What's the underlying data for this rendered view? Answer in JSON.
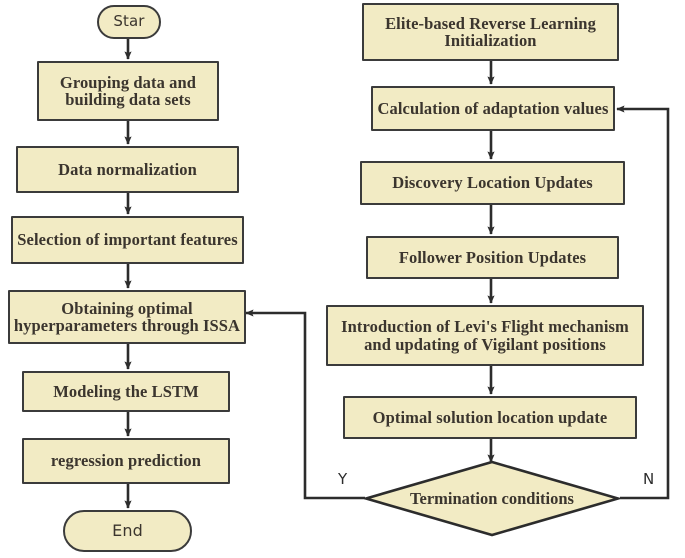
{
  "diagram": {
    "title": "ISSA-LSTM regression prediction flowchart",
    "type": "flowchart",
    "colors": {
      "node_fill": "#F2EBC4",
      "node_border": "#3B3B3B",
      "edge": "#2C2C2C",
      "text": "#3B352E",
      "background": "#FFFFFF"
    }
  },
  "left_column": {
    "start": {
      "label": "Star",
      "shape": "terminator"
    },
    "steps": [
      {
        "label": "Grouping data and building data sets",
        "shape": "process"
      },
      {
        "label": "Data normalization",
        "shape": "process"
      },
      {
        "label": "Selection of important features",
        "shape": "process"
      },
      {
        "label": "Obtaining optimal hyperparameters through ISSA",
        "shape": "process"
      },
      {
        "label": "Modeling the LSTM",
        "shape": "process"
      },
      {
        "label": "regression prediction",
        "shape": "process"
      }
    ],
    "end": {
      "label": "End",
      "shape": "terminator"
    }
  },
  "right_column": {
    "steps": [
      {
        "label": "Elite-based Reverse Learning Initialization",
        "shape": "process"
      },
      {
        "label": "Calculation of adaptation values",
        "shape": "process"
      },
      {
        "label": "Discovery Location Updates",
        "shape": "process"
      },
      {
        "label": "Follower Position Updates",
        "shape": "process"
      },
      {
        "label": "Introduction of Levi's Flight mechanism and updating of Vigilant positions",
        "shape": "process"
      },
      {
        "label": "Optimal solution location update",
        "shape": "process"
      }
    ],
    "decision": {
      "label": "Termination conditions",
      "shape": "diamond"
    }
  },
  "branch_labels": {
    "yes": "Y",
    "no": "N"
  }
}
